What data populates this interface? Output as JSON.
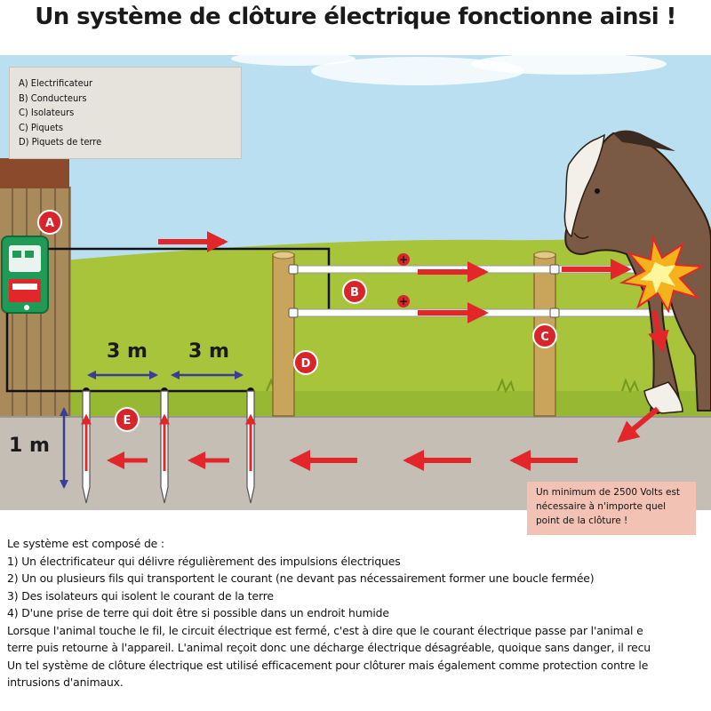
{
  "title": "Un système de clôture électrique fonctionne ainsi !",
  "legend": [
    "A) Electrificateur",
    "B) Conducteurs",
    "C) Isolateurs",
    "C) Piquets",
    "D) Piquets de terre"
  ],
  "markers": {
    "a": "A",
    "b": "B",
    "c": "C",
    "d": "D",
    "e": "E"
  },
  "measures": {
    "spacing_left": "3 m",
    "spacing_right": "3 m",
    "depth": "1 m"
  },
  "polarity": {
    "wire_top": "+",
    "wire_bottom": "+"
  },
  "callout": "Un minimum de 2500 Volts est nécessaire à n'importe quel point de la clôture !",
  "description": [
    "Le système est composé de :",
    "1) Un électrificateur qui délivre régulièrement des impulsions électriques",
    "2) Un ou plusieurs fils qui transportent le courant (ne devant pas nécessairement former une boucle fermée)",
    "3) Des isolateurs qui isolent le courant de la terre",
    "4) D'une prise de terre qui doit être si possible dans un endroit humide",
    "Lorsque l'animal touche le fil, le circuit électrique est fermé, c'est à dire que le courant électrique passe par l'animal e",
    "terre puis retourne à l'appareil. L'animal reçoit donc une décharge électrique désagréable, quoique sans danger, il recu",
    "Un tel système de clôture électrique est utilisé efficacement pour clôturer mais également comme protection contre le",
    "intrusions d'animaux."
  ],
  "colors": {
    "sky": "#b9dff0",
    "grass": "#a8c43a",
    "soil": "#c4beb5",
    "barn_wood": "#a98a5a",
    "roof": "#8c4a2c",
    "current_arrow": "#e3262a",
    "marker_fill": "#d8252b",
    "dimension_arrow": "#3a3d96",
    "energizer": "#1f9b57",
    "callout_bg": "#f2c3b4"
  },
  "icons": [
    "lightning-spark-icon",
    "horse-illustration",
    "energizer-device-icon"
  ]
}
